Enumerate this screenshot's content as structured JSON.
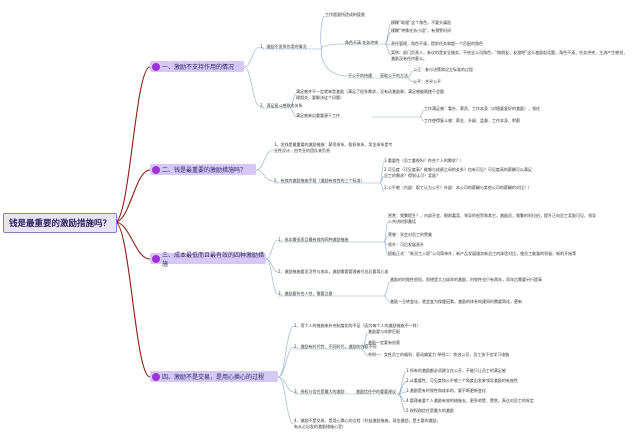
{
  "root": "钱是最重要的激励措施吗？",
  "branches": {
    "b1": {
      "label": "一、激励不支持作用的情况",
      "n1": "1、激励不发挥作用的情况",
      "n1a": "工作超量所造成的疲惫",
      "n1b": "角色不清 任务冲突",
      "n1b1": "模糊“助理”这个角色，不要头痛医",
      "n1b2": "模糊“特殊任务小组”，有预警时间",
      "n1b3": "责任管理，角色不清，提前任务和超一个匹配的角色",
      "n1b4": "案例：部门负责人，参议的是安全服务，不给全公司角色，“做朋友，友谊吧”这么激励起话题，角色不清，任务冲突，主流产生感觉，激励没有任何意义。",
      "n1c": "不公平的待遇",
      "n1c1": "获取公平的方法",
      "n1c1a": "公正：参与决策和设立标准的过程",
      "n1c1b": "公平：合乎公平",
      "n2": "2、满足复斗感致的关系",
      "n2a": "满足感并不一定就来是激励（满足了很多需求，没有动激励果，满足感能随使于会跟理相关，要解决这个问题）",
      "n2b": "满足感来自重要源于工作",
      "n2b1": "工作满足感：看外、薪资、工作本身（对随要复好的激励），领任",
      "n2b2": "工作使得复斗感：薪金、升级、监督、工作本身、附薪"
    },
    "b2": {
      "label": "二、钱是最重要的激励措施吗？",
      "n1": "1、金钱是最重要的激励措施：薪资体系、股权体系、奖金体系是专业性设计，由专业的团队来负责",
      "n2": "2、有效的激励措施手段（激励有效性的三个标准）",
      "n2a": "1.重要性（员工重视吗？符合个人的需求？）",
      "n2b": "2.可见度（可见度高？能够与成绩之间的关系？也有可见？可见度高的薪酬可以满足员工的需求？得到认可？奖励？",
      "n2c": "3.公平感（内部：职工认为公平？外部：本公司的薪酬与其他公司的薪酬的对比？）"
    },
    "b3": {
      "label": "三、成本最低而且最有效的四种激励措施",
      "n1": "1、成本最低而且最有效的四种激励措施",
      "n1a": "赏赏：频繁提升？、内部开会、眼前嘉奖、领导的祝贺和其它，激励员，频繁的阿拉伯，提升正向员工奖励可见，领导人共讲的那番话",
      "n1b": "荣誉：学会对员工的赞美",
      "n1c": "晋升：可后发展晋升",
      "n1d": "赋能正式：“新员工入职”公司简单外，新产品发展服务新员工的体验对比，使员工能量的积极，新的开始等",
      "n2": "2、激励措施要灵活性与成本，激励需要管理者付出后要用心血",
      "n3": "3、激励要符合人性，需要注意",
      "n3a": "激励的时效性很短，即使是大刀阔斧的激励，时效性也只有两年，而年后需要另行提高",
      "n3b": "激励一旦转变化，就会变为保健因素，激励的体系构建同时需要简化，更新"
    },
    "b4": {
      "label": "四、激励不是交易，是用心换心的过程",
      "n1": "1、用个人的措施来补充制度化的不足（因为每个人的激励措施不一样）",
      "n2": "2、激励有时代性、不同时代，激励的内容不同",
      "n2a": "激励要与年龄匹配",
      "n2b": "激励一定要有创意",
      "n2c": "举例一：女性员工的福利，驱动偏爱力 举例二：快进公司，员工孩子也学习电脑",
      "n3": "3、授权与信任是最大的激励",
      "n3x": "激励信任中的重要建议",
      "n3a": "1.所有的激励都必须建立在公开、不能只让员工的满足感",
      "n3b": "2.从重要性，可见度和公平感三个角度出发来领导激励的有效性",
      "n3c": "3.激励是有时效性和成本的，要不断更新变化",
      "n3d": "4.管理者要个人激励有效的措施去，更多地赞、赞赏，表达对员工的肯定",
      "n3e": "5.授权和信任是最大的激励",
      "n4": "4、激励不是交易，是用心换心的过程（利益激励措施，现金激励，是主要的激励，有从心出发的激励措施心里）"
    }
  },
  "colors": {
    "root_fill": "#e9e3f6",
    "root_border": "#8a7cc4",
    "branch_fill": "#d5c8f5",
    "badge": "#a030d8",
    "branch_line": "#8b1f12",
    "detail_line": "#8aa9cc"
  }
}
